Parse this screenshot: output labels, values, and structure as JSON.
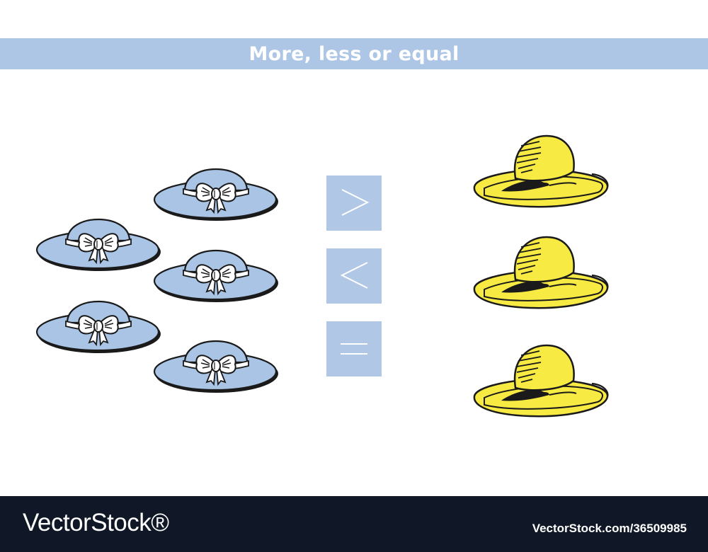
{
  "header": {
    "title": "More, less or equal"
  },
  "left_group": {
    "item_icon": "blue-sun-hat-with-bow-icon",
    "count": 5,
    "color": "#a9c4e4"
  },
  "right_group": {
    "item_icon": "yellow-straw-hat-icon",
    "count": 3,
    "color": "#f7ea43"
  },
  "signs": [
    {
      "symbol": "greater-than-icon"
    },
    {
      "symbol": "less-than-icon"
    },
    {
      "symbol": "equals-icon"
    }
  ],
  "footer": {
    "watermark": "VectorStock®",
    "stock_id": "VectorStock.com/36509985"
  }
}
